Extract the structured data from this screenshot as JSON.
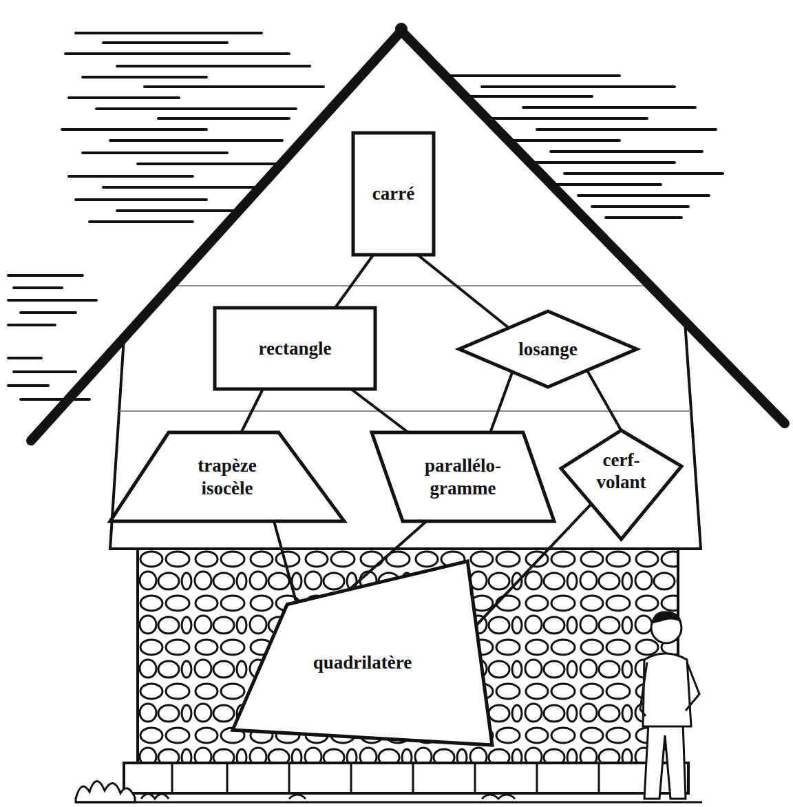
{
  "diagram": {
    "nodes": [
      {
        "text": [
          "carré"
        ]
      },
      {
        "text": [
          "rectangle"
        ]
      },
      {
        "text": [
          "losange"
        ]
      },
      {
        "text": [
          "trapèze isocèle"
        ]
      },
      {
        "text": [
          "parallélo- gramme"
        ]
      },
      {
        "text": [
          "cerf- volant"
        ]
      },
      {
        "text": [
          "quadrilatère"
        ]
      }
    ],
    "edges": [
      {
        "from": 0,
        "to": 1,
        "arrow": "none"
      },
      {
        "from": 0,
        "to": 2,
        "arrow": "none"
      },
      {
        "from": 1,
        "to": 3,
        "arrow": "none"
      },
      {
        "from": 1,
        "to": 4,
        "arrow": "none"
      },
      {
        "from": 2,
        "to": 4,
        "arrow": "none"
      },
      {
        "from": 2,
        "to": 5,
        "arrow": "none"
      },
      {
        "from": 3,
        "to": 6,
        "arrow": "none"
      },
      {
        "from": 4,
        "to": 6,
        "arrow": "none"
      },
      {
        "from": 5,
        "to": 6,
        "arrow": "none"
      }
    ]
  }
}
